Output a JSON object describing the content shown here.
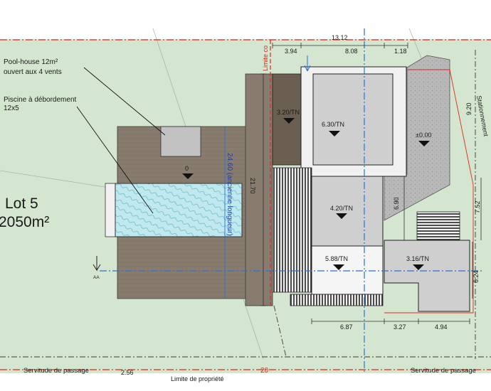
{
  "lot": {
    "name": "Lot 5",
    "area": "2050m²"
  },
  "labels": {
    "pool_house": [
      "Pool-house 12m²",
      "ouvert aux 4 vents"
    ],
    "pool": [
      "Piscine à débordement",
      "12x5"
    ],
    "servitude_left": "Servitude de passage",
    "servitude_right": "Servitude de passage",
    "limite_top": "Limite co",
    "limite_bottom": "Limite de propriété",
    "ancienne": "24.60 (ancienne longueur)",
    "stationnement": "Stationnement",
    "aa": "AA"
  },
  "levels": {
    "pool_deck": "0",
    "terrace": "3.20/TN",
    "house_top": "6.30/TN",
    "parking": "±0.00",
    "house_mid": "4.20/TN",
    "house_low": "5.88/TN",
    "annex": "3.16/TN"
  },
  "dims": {
    "top_total": "13.12",
    "top_a": "3.94",
    "top_b": "8.08",
    "top_c": "1.18",
    "height_21": "21.70",
    "right_920": "9.20",
    "right_752": "7.52",
    "right_690": "6.90",
    "right_624": "6.24",
    "bottom_a": "6.87",
    "bottom_b": "3.27",
    "bottom_c": "4.94",
    "edge_256": "2.56",
    "edge_20": "20"
  },
  "colors": {
    "grass": "#d4e6cf",
    "deck": "#877c6e",
    "deck_dark": "#6b5f52",
    "water": "#bfe9ef",
    "building": "#cfcfcf",
    "gravel": "#b8b8b8",
    "red_line": "#e0281e",
    "blue_line": "#2a72d2",
    "dim_line": "#333333"
  }
}
